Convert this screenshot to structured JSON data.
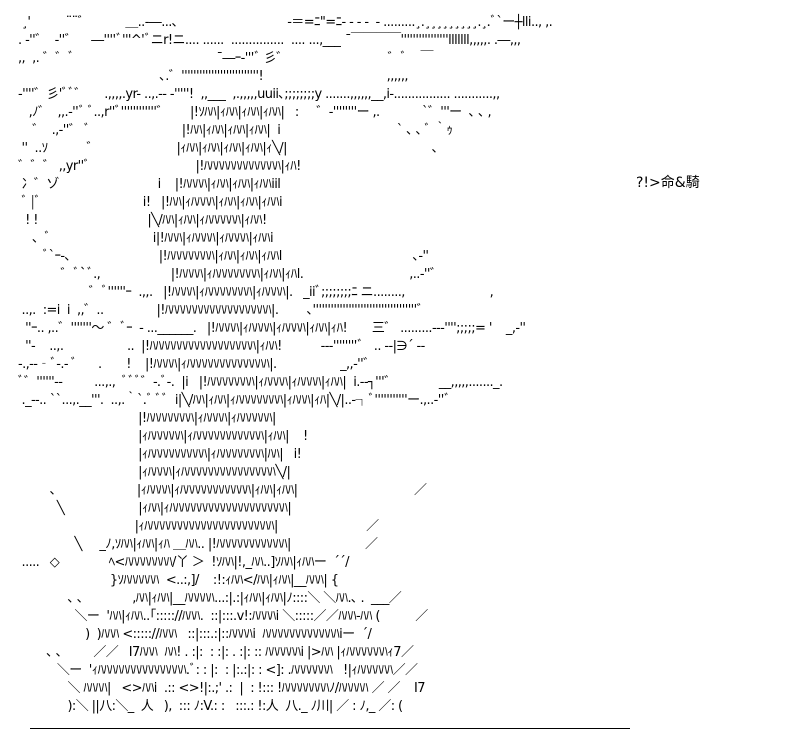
{
  "art": {
    "lines": [
      " ¸'          ¨¨゛          ＿..-―...､                               -＝=ﾆ\"=ﾆ- - - -  - .........¸.¸¸¸¸¸¸¸¸¸.¸.ﾞ`ー┼lli.., ,.",
      ". -''゛  ‐''゛    ―''''ﾞ'''^'ﾞニr!ニ.... ......  ...............  .... ...,___   ̄￣￣￣￣''''''''''''''''lllllll,,,,,. .―,,,",
      ",,  ,. ゛゛ﾞ                                          ̄―ｰ‐'''ﾞ 彡゛                            ゛ﾞ    ￣",
      "                                        ､.゛''''''''''''''''''''''''''!                                   ,,,,,,",
      "-''''゛彡'ﾞﾞ゛     .,,,,.yr- ..,.-- ‐'''''!  ,,___  ,.,,,,,uuii､;;;;;;;;y .......,,,,,,__,i-................ ...........,,",
      "   ,ﾉ゛  ,,.-''ﾞ ﾞ..,r''ﾞ''''''''''''゛      |!ｿﾊﾊ|ｨﾊﾊ|ｨﾊﾊ|ｨﾊﾊ|   :     ゛‐''''''''ー ,.            `゛'''ー  ､ ､ ,",
      "    ゛  .,-''゛ ﾞ                          |!ﾊﾊ|ｨﾊﾊ|ｨﾊﾊ|ｨﾊﾊ|  i                                 ` ､ ､ ﾞ ｀ｩ",
      " ''  ..ｿ           ゛                      |ｨﾊﾊ|ｨﾊﾊ|ｨﾊﾊ|ｨﾊﾊ|ｨ╲/|                                         ､",
      "゛゛゛ ,,yr''ﾞ                              |!ﾊﾊﾊﾊﾊﾊﾊﾊﾊﾊﾊﾊﾊ|ｨﾊ!",
      " 冫゛ゾ                            i    |!ﾊﾊﾊﾊ|ｨﾊﾊ|ｨﾊﾊ|ｨﾊﾊiil",
      " ﾞ |ﾞ                             i!   |!ﾊﾊ|ｨﾊﾊﾊﾊ|ｨﾊﾊ|ｨﾊﾊ|ｨﾊﾊi",
      "  ! !                               |╲/ﾊﾊ|ｨﾊﾊ|ｨﾊﾊﾊﾊﾊﾊ|ｨﾊﾊ!",
      "    ､  ﾞ                             i|!ﾊﾊﾊ|ｨﾊﾊﾊﾊ|ｨﾊﾊﾊﾊ|ｨﾊﾊi",
      "       ﾞ`ｰ-､                         |!ﾊﾊﾊﾊﾊﾊﾊﾊ|ｨﾊﾊ|ｨﾊﾊ|ｨﾊﾊl                                     ､-''",
      "            ゛ﾞ`ﾞ.,                    |!ﾊﾊﾊﾊ|ｨﾊﾊﾊﾊﾊﾊﾊﾊ|ｨﾊﾊ|ｨﾊl.                              ,..-''゛",
      "                    ゛ﾞ''''''ｰ  .,,.   |!ﾊﾊﾊﾊ|ｨﾊﾊﾊﾊﾊﾊﾊﾊ|ｨﾊﾊﾊﾊ|.   _iiﾞ;;;;;;;;ﾆ ニ........,                        ,",
      " ..,.  :=i  i  ,,゛..               |!ﾊﾊﾊﾊﾊﾊﾊﾊﾊﾊﾊﾊﾊﾊﾊﾊﾊﾊ|.        ､'''''''''''''''''''''''''''''''''''゛",
      "  ''ｰ.. ,..゛'''''''～ ゛ﾞｰ  ‐ ...______.   |!ﾊﾊﾊﾊ|ｨﾊﾊﾊﾊ|ｨﾊﾊﾊﾊ|ｨﾊﾊ|ｨﾊ!       三゛ .........---'''';;;;;= '    _,-''",
      "  ''-    ..,.                  ..  |!ﾊﾊﾊﾊﾊﾊﾊﾊﾊﾊﾊﾊﾊﾊﾊﾊﾊﾊ|ｨﾊﾊ!           ---''''''''ﾞ   .. ‐‐|∋´ ‐‐",
      "-.,--‐ﾞ-.- ﾞ      .       !    |!ﾊﾊﾊﾊ|ｨﾊﾊﾊﾊﾊﾊﾊﾊﾊﾊﾊﾊﾊﾊ|.                  _,,-''゛",
      "ﾞ゛''''''--         ...,.,  ﾞﾞﾞ゛-.ﾞ-.  |i   |!ﾊﾊﾊﾊﾊﾊﾊﾊ|ｨﾊﾊﾊﾊ|ｨﾊﾊﾊﾊ|ｨﾊﾊ|  i.--┐'''゛            __,,,,,......._.",
      " ._--.. ``...,.__'''.  ..,.｀`.ﾞ ﾞﾞ  i|╲/ﾊﾊ|ｨﾊﾊ|ｨﾊﾊﾊﾊﾊﾊﾊﾊ|ｨﾊﾊﾊ|ｨﾊ|╲/|..‐┐ﾞ'''''''''''ー.,..-''ﾞ",
      "                                  |!ﾊﾊﾊﾊﾊﾊﾊﾊ|ｨﾊﾊﾊﾊ|ｨﾊﾊﾊﾊﾊﾊ|",
      "                                  |ｨﾊﾊﾊﾊﾊﾊ|ｨﾊﾊﾊﾊﾊﾊﾊﾊﾊﾊﾊﾊ|ｨﾊﾊ|    !",
      "                                  |ｨﾊﾊﾊﾊﾊﾊﾊﾊﾊﾊ|ｨﾊﾊﾊﾊﾊﾊﾊﾊ|ﾊﾊ|   i!",
      "                                  |ｨﾊﾊﾊﾊ|ｨﾊﾊﾊﾊﾊﾊﾊﾊﾊﾊﾊﾊﾊﾊﾊﾊ╲/|",
      "         ､                       |ｨﾊﾊﾊﾊ|ｨﾊﾊﾊﾊﾊﾊﾊﾊﾊﾊﾊﾊ|ｨﾊﾊ|ｨﾊﾊ|                                 ／",
      "           ╲                     |ｨﾊﾊ|ｨﾊﾊﾊﾊﾊﾊﾊﾊﾊﾊﾊﾊﾊﾊﾊﾊﾊﾊﾊﾊ|",
      "                                 |ｨﾊﾊﾊﾊﾊﾊﾊﾊﾊﾊﾊﾊﾊﾊﾊﾊﾊﾊﾊﾊﾊﾊ|                         ／",
      "                ╲     _ﾉ,ｿﾊﾊ|ｨﾊﾊ|ｨﾊ ＿ﾊﾊ.. |!ﾊﾊﾊﾊﾊﾊﾊﾊﾊﾊﾊﾊ|                     ／",
      " .....   ◇              ﾍ<ﾊﾊﾊﾊﾊﾊﾊﾊ/丫 ＞  !ｿﾊﾊ|!,_ﾊﾊ..]ｿﾊﾊ|ｨﾊﾊー  ´´/",
      "                          }ｿﾊﾊﾊﾊﾊﾊ  <..:,]/    :!:ｨﾊﾊ</ﾊﾊ|ｨﾊﾊ|__ﾊﾊﾊ| {",
      "              ､ ､              ,ﾊﾊ|ｨﾊﾊ|__ﾊﾊﾊﾊﾊ...:|.:|ｨﾊﾊ|ｨﾊﾊ|ﾉ::::＼ ＼ﾊﾊ.､ .  ___／",
      "                ＼ー  'ﾊﾊ|ｨﾊﾊ..｢::::://ﾊﾊﾊ.  ::|:::.v!:ﾊﾊﾊﾊi ＼:::::／／ﾊﾊﾊ-ﾊﾊ (          ／",
      "                   )  )ﾊﾊﾊ <::::://ﾊﾊﾊ   ::|:::.:|::ﾊﾊﾊﾊi  ﾊﾊﾊﾊﾊﾊﾊﾊﾊﾊﾊﾊﾊiー  ´/",
      "        ､ ､         ／／   I7ﾊﾊﾊ  ﾊﾊ! . :|:  : :|: . :|: :: ﾊﾊﾊﾊﾊﾊi |>ﾊﾊ |ｨﾊﾊﾊﾊﾊﾊﾊｨ7／",
      "           ＼ー  'ｨﾊﾊﾊﾊﾊﾊﾊﾊﾊﾊﾊﾊﾊﾊﾊ.ﾞ: : |:  : |:.:|: : <]: .ﾊﾊﾊﾊﾊﾊﾊ   !|ｨﾊﾊﾊﾊﾊﾊ／／",
      "              ＼ ﾊﾊﾊﾊ|   <>ﾊﾊi  .:: <>!|:.;' .:  |  : !::: !ﾊﾊﾊﾊﾊﾊﾊﾊﾉ/ﾊﾊﾊﾊﾊ ／ ／    I7",
      "              ):＼ ||八:＼_  人   ),  ::: ﾉ:V.: :   :::.: !:人  八._ ﾉ川| ／ : ﾉ,_ ／: ("
    ],
    "caption": "?!>命&騎"
  }
}
